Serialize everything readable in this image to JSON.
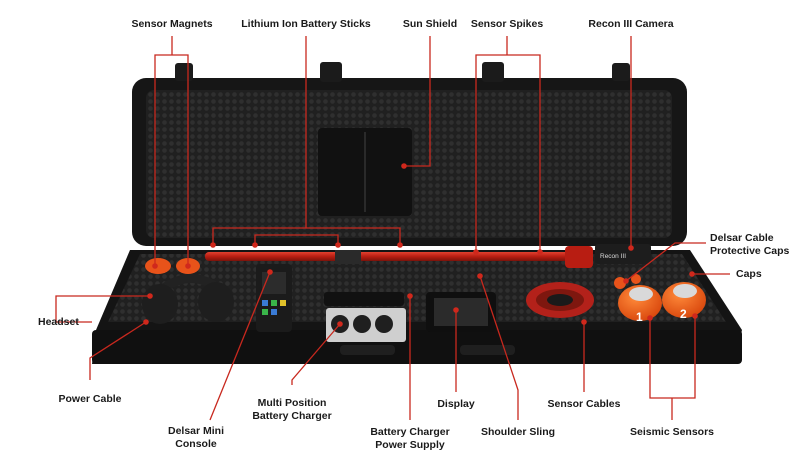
{
  "labels": {
    "sensor_magnets": "Sensor Magnets",
    "battery_sticks": "Lithium Ion Battery Sticks",
    "sun_shield": "Sun Shield",
    "sensor_spikes": "Sensor Spikes",
    "recon_camera": "Recon III Camera",
    "cable_caps": "Delsar Cable\nProtective Caps",
    "caps": "Caps",
    "headset": "Headset",
    "power_cable": "Power Cable",
    "mini_console": "Delsar Mini\nConsole",
    "multi_charger": "Multi Position\nBattery Charger",
    "charger_supply": "Battery Charger\nPower Supply",
    "display": "Display",
    "shoulder_sling": "Shoulder Sling",
    "sensor_cables": "Sensor Cables",
    "seismic_sensors": "Seismic Sensors"
  },
  "product_marks": {
    "sensor_left": "1",
    "sensor_right": "2",
    "camera_brand": "Recon III"
  },
  "colors": {
    "leader": "#c8281e",
    "dot": "#d0281c",
    "case": "#151515",
    "foam": "#262626",
    "accent_red": "#c0261b",
    "orange": "#ec5b14"
  }
}
